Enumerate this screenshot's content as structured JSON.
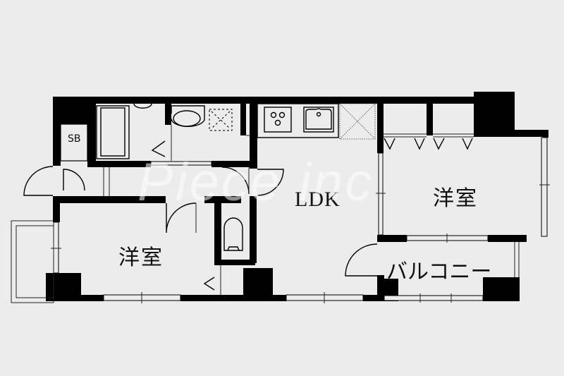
{
  "floorplan": {
    "rooms": {
      "ldk": "LDK",
      "western_room_right": "洋室",
      "western_room_left": "洋室",
      "balcony": "バルコニー",
      "shoe_box": "SB"
    },
    "watermark": "Piece inc",
    "colors": {
      "background": "#ececec",
      "walls": "#000000",
      "watermark": "#ffffff"
    }
  }
}
